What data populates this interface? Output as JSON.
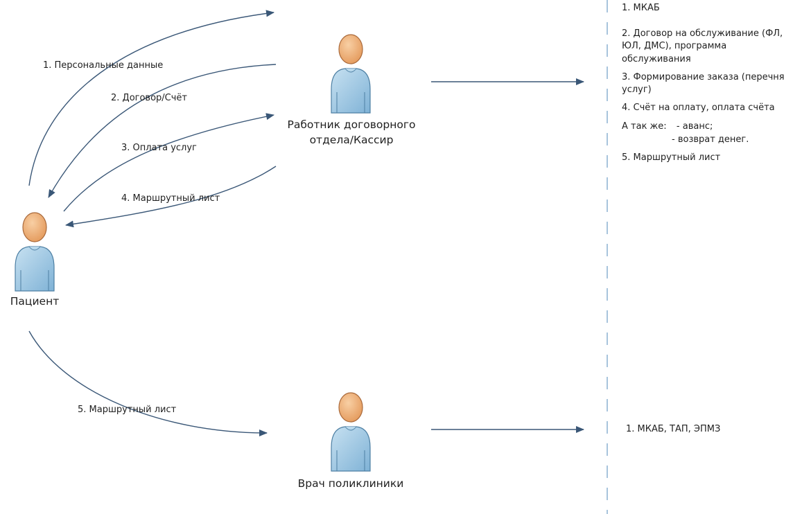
{
  "actors": {
    "patient": "Пациент",
    "cashier_line1": "Работник договорного",
    "cashier_line2": "отдела/Кассир",
    "doctor": "Врач поликлиники"
  },
  "flows": {
    "f1": "1. Персональные данные",
    "f2": "2. Договор/Счёт",
    "f3": "3. Оплата услуг",
    "f4": "4. Маршрутный лист",
    "f5": "5. Маршрутный лист"
  },
  "right_panel": {
    "item1": "1. МКАБ",
    "item2a": "2. Договор на обслуживание (ФЛ,",
    "item2b": "ЮЛ, ДМС), программа",
    "item2c": "обслуживания",
    "item3a": "3. Формирование заказа (перечня",
    "item3b": "услуг)",
    "item4": "4. Счёт на оплату, оплата счёта",
    "also_label": "А так же:",
    "also_1": "- аванс;",
    "also_2": "- возврат денег.",
    "item5": "5. Маршрутный лист"
  },
  "doctor_panel": {
    "item1": "1. МКАБ, ТАП, ЭПМЗ"
  },
  "colors": {
    "arrow": "#3a5777",
    "body_fill": "#9cc7e2",
    "body_stroke": "#4d7fa3",
    "head_fill": "#f2b27a",
    "head_stroke": "#a9693a",
    "divider": "#6f9cc6"
  }
}
